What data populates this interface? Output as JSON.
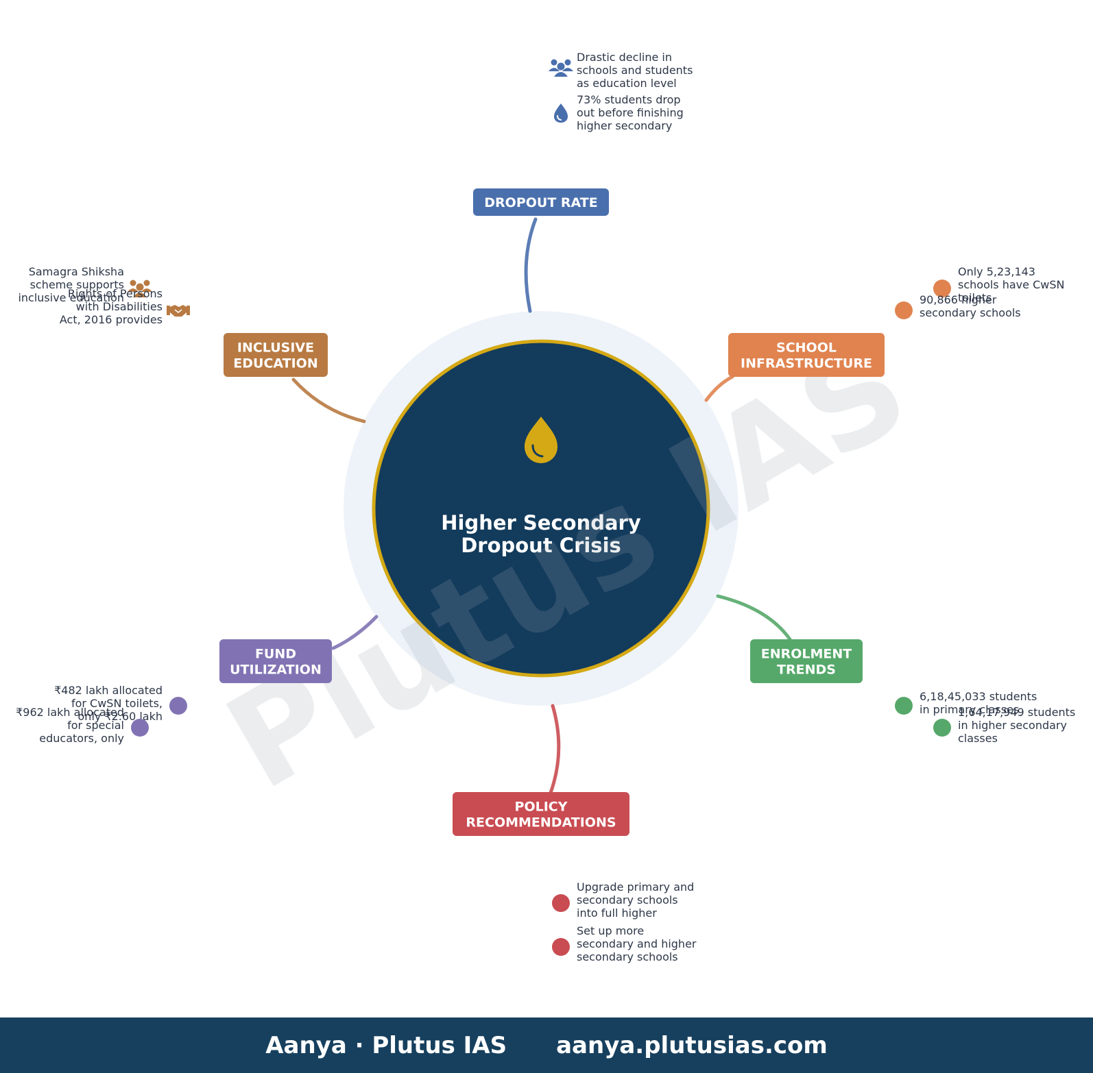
{
  "center": {
    "title_line1": "Higher Secondary",
    "title_line2": "Dropout Crisis",
    "icon": "droplet-icon"
  },
  "watermark": "Plutus IAS",
  "branches": [
    {
      "id": "dropout-rate",
      "label_lines": [
        "DROPOUT RATE"
      ],
      "color": "#4a6fad",
      "bullets": [
        {
          "icon": "users-icon",
          "lines": [
            "Drastic decline in",
            "schools and students",
            "as education level"
          ]
        },
        {
          "icon": "droplet-icon",
          "lines": [
            "73% students drop",
            "out before finishing",
            "higher secondary"
          ]
        }
      ]
    },
    {
      "id": "school-infrastructure",
      "label_lines": [
        "SCHOOL",
        "INFRASTRUCTURE"
      ],
      "color": "#e0834f",
      "bullets": [
        {
          "icon": "dot",
          "lines": [
            "Only 5,23,143",
            "schools have CwSN",
            "toilets"
          ]
        },
        {
          "icon": "dot",
          "lines": [
            "90,866 higher",
            "secondary schools"
          ]
        }
      ]
    },
    {
      "id": "enrolment-trends",
      "label_lines": [
        "ENROLMENT",
        "TRENDS"
      ],
      "color": "#56a86a",
      "bullets": [
        {
          "icon": "dot",
          "lines": [
            "6,18,45,033 students",
            "in primary classes"
          ]
        },
        {
          "icon": "dot",
          "lines": [
            "1,64,17,949 students",
            "in higher secondary",
            "classes"
          ]
        }
      ]
    },
    {
      "id": "policy-recommendations",
      "label_lines": [
        "POLICY",
        "RECOMMENDATIONS"
      ],
      "color": "#c94c52",
      "bullets": [
        {
          "icon": "dot",
          "lines": [
            "Upgrade primary and",
            "secondary schools",
            "into full higher"
          ]
        },
        {
          "icon": "dot",
          "lines": [
            "Set up more",
            "secondary and higher",
            "secondary schools"
          ]
        }
      ]
    },
    {
      "id": "fund-utilization",
      "label_lines": [
        "FUND",
        "UTILIZATION"
      ],
      "color": "#8173b3",
      "bullets": [
        {
          "icon": "dot",
          "lines": [
            "₹482 lakh allocated",
            "for CwSN toilets,",
            "only ₹2.60 lakh"
          ]
        },
        {
          "icon": "dot",
          "lines": [
            "₹962 lakh allocated",
            "for special",
            "educators, only"
          ]
        }
      ]
    },
    {
      "id": "inclusive-education",
      "label_lines": [
        "INCLUSIVE",
        "EDUCATION"
      ],
      "color": "#b87a42",
      "bullets": [
        {
          "icon": "users-icon",
          "lines": [
            "Samagra Shiksha",
            "scheme supports",
            "inclusive education"
          ]
        },
        {
          "icon": "handshake-icon",
          "lines": [
            "Rights of Persons",
            "with Disabilities",
            "Act, 2016 provides"
          ]
        }
      ]
    }
  ],
  "colors": {
    "center_fill": "#133b5c",
    "center_ring": "#d4a915",
    "halo": "#eef3f9",
    "footer_bg": "#17405e"
  },
  "footer": {
    "brand": "Aanya · Plutus IAS",
    "url": "aanya.plutusias.com"
  }
}
